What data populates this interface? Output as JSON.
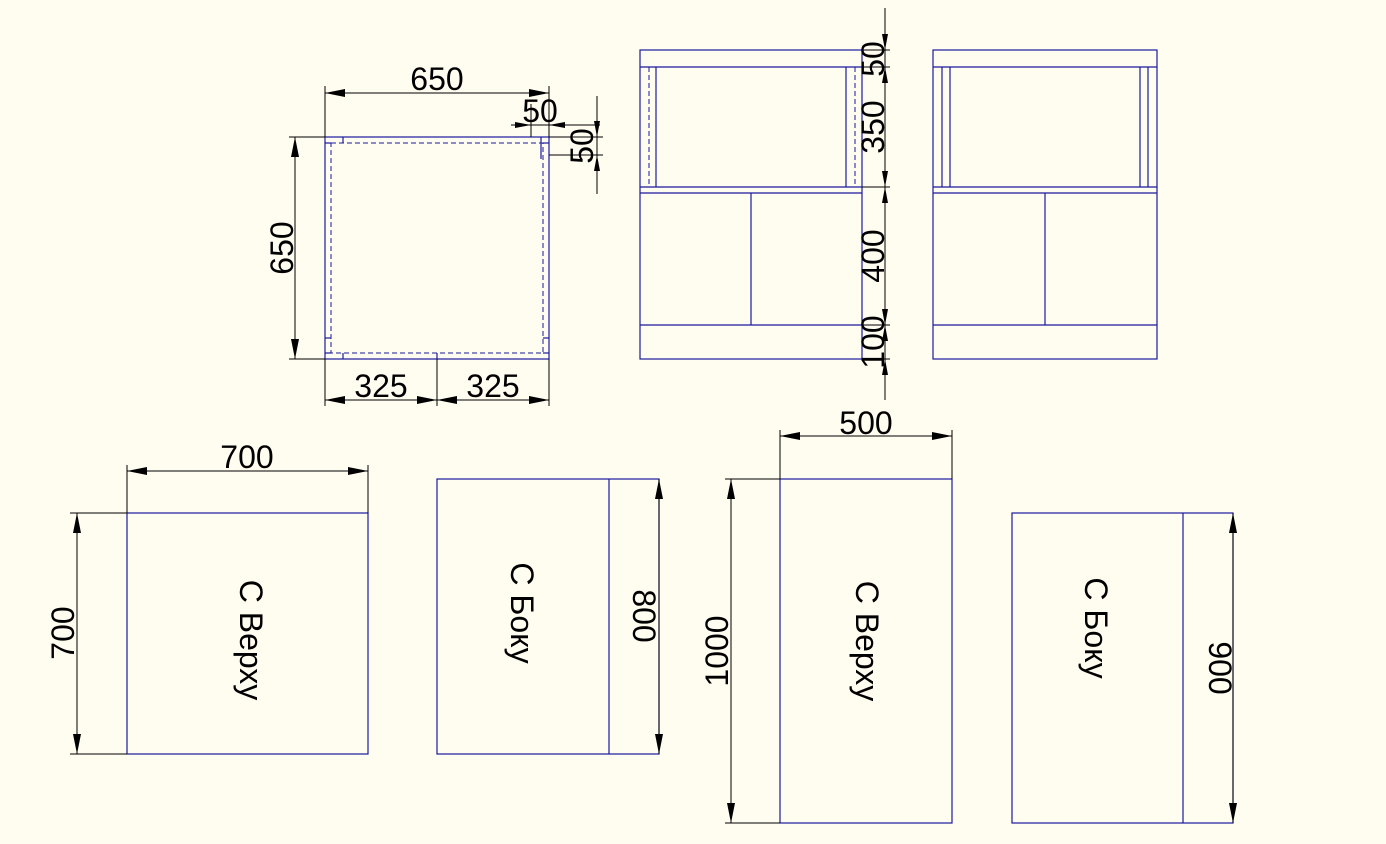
{
  "dimensions": {
    "plan_width": "650",
    "plan_offset_h": "50",
    "plan_offset_v": "50",
    "plan_height": "650",
    "plan_half_left": "325",
    "plan_half_right": "325",
    "front_top": "50",
    "front_upper": "350",
    "front_lower": "400",
    "front_plinth": "100",
    "box1_width": "700",
    "box1_height": "700",
    "box2_height": "800",
    "box3_width": "500",
    "box3_height": "1000",
    "box4_height": "900"
  },
  "labels": {
    "box1": "С Верху",
    "box2": "С Боку",
    "box3": "С Верху",
    "box4": "С Боку"
  },
  "colors": {
    "background": "#fffcf0",
    "geometry": "#1a1a9c",
    "dimension": "#000000"
  }
}
